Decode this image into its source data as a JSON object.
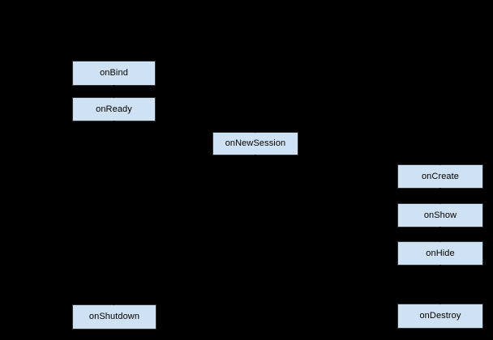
{
  "diagram": {
    "background_color": "#000000",
    "node_fill_color": "#cfe2f3",
    "node_border_color": "#333333",
    "node_text_color": "#000000",
    "edge_color": "#000000",
    "nodes": [
      {
        "id": "onBind",
        "label": "onBind"
      },
      {
        "id": "onReady",
        "label": "onReady"
      },
      {
        "id": "onNewSession",
        "label": "onNewSession"
      },
      {
        "id": "onCreate",
        "label": "onCreate"
      },
      {
        "id": "onShow",
        "label": "onShow"
      },
      {
        "id": "onHide",
        "label": "onHide"
      },
      {
        "id": "onShutdown",
        "label": "onShutdown"
      },
      {
        "id": "onDestroy",
        "label": "onDestroy"
      }
    ],
    "edges": [
      {
        "from": "onBind",
        "to": "onReady"
      },
      {
        "from": "onReady",
        "to": "onNewSession"
      },
      {
        "from": "onNewSession",
        "to": "onCreate"
      },
      {
        "from": "onCreate",
        "to": "onShow"
      },
      {
        "from": "onShow",
        "to": "onHide"
      },
      {
        "from": "onHide",
        "to": "onDestroy"
      },
      {
        "from": "onReady",
        "to": "onShutdown"
      }
    ]
  }
}
